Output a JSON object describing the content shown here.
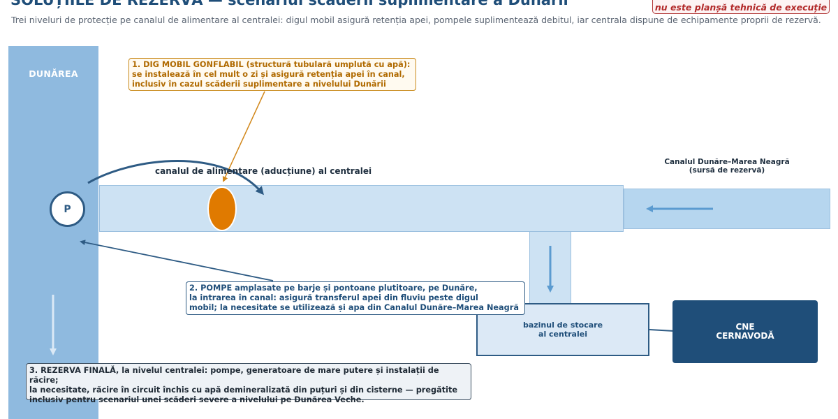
{
  "header": {
    "title": "SOLUȚIILE DE REZERVĂ — scenariul scăderii suplimentare a Dunării",
    "subtitle": "Trei niveluri de protecție pe canalul de alimentare al centralei: digul mobil asigură retenția apei, pompele suplimentează debitul, iar centrala dispune de echipamente proprii de rezervă.",
    "disclaimer": "nu este planșă tehnică de execuție"
  },
  "diagram": {
    "river_label": "DUNĂREA",
    "pump_symbol": "P",
    "canal_label": "canalul de alimentare (aducțiune) al centralei",
    "dmn_canal_label": "Canalul Dunăre–Marea Neagră\n(sursă de rezervă)",
    "basin_label": "bazinul de stocare\nal centralei",
    "cne_label": "CNE\nCERNAVODĂ"
  },
  "notes": {
    "dam": "1. DIG MOBIL GONFLABIL (structură tubulară umplută cu apă):\nse instalează în cel mult o zi și asigură retenția apei în canal,\ninclusiv în cazul scăderii suplimentare a nivelului Dunării",
    "pumps": "2. POMPE amplasate pe barje și pontoane plutitoare, pe Dunăre,\nla intrarea în canal: asigură transferul apei din fluviu peste digul\nmobil; la necesitate se utilizează și apa din Canalul Dunăre–Marea Neagră",
    "reserve": "3. REZERVA FINALĂ, la nivelul centralei: pompe, generatoare de mare putere și instalații de răcire;\nla necesitate, răcire în circuit închis cu apă demineralizată din puțuri și din cisterne — pregătite\ninclusiv pentru scenariul unei scăderi severe a nivelului pe Dunărea Veche."
  },
  "colors": {
    "river": "#8fbadf",
    "canal": "#cde2f3",
    "dam": "#e07a00",
    "primary": "#1f4e79",
    "accent_orange": "#c98a1a",
    "warning": "#b22a2a"
  },
  "icons": {
    "pump": "pump-icon",
    "dam": "inflatable-dam-icon"
  }
}
